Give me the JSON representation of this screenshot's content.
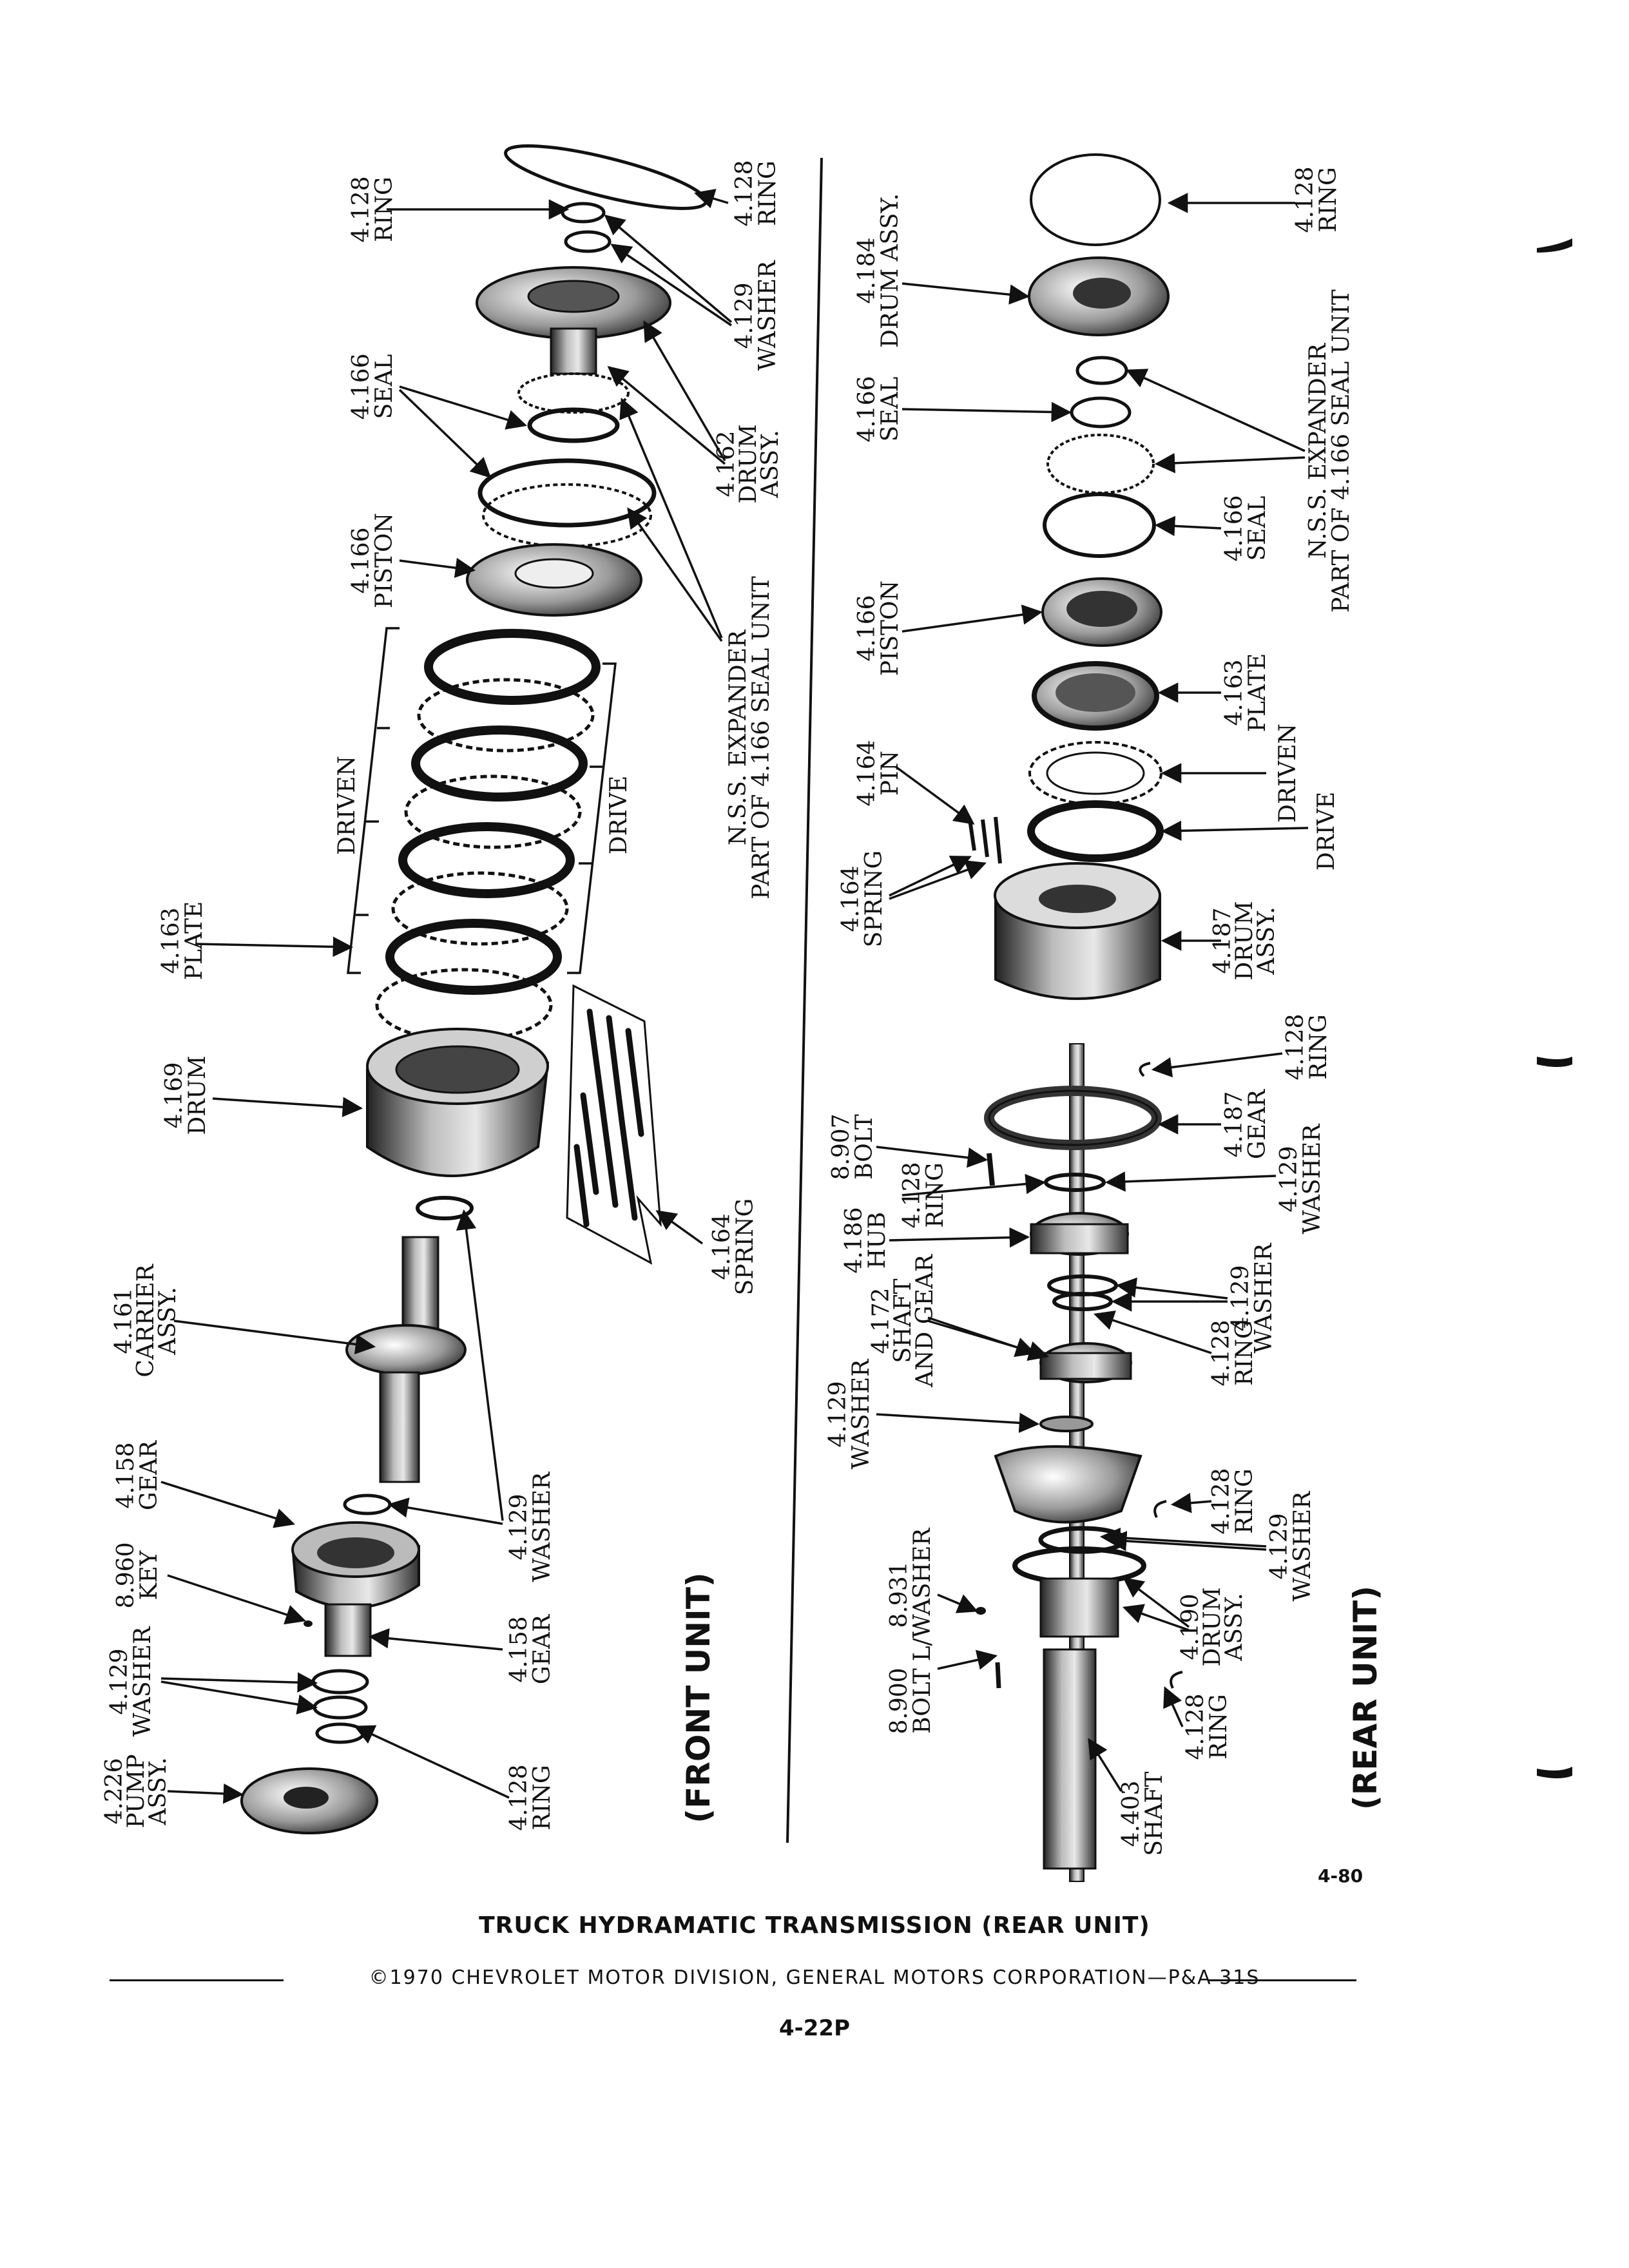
{
  "front_unit": {
    "caption": "(FRONT UNIT)",
    "labels": {
      "ring_top": [
        "4.128",
        "RING"
      ],
      "ring_top_right": [
        "4.128",
        "RING"
      ],
      "washer_top": [
        "4.129",
        "WASHER"
      ],
      "seal_top": [
        "4.166",
        "SEAL"
      ],
      "drum_162": [
        "4.162",
        "DRUM",
        "ASSY."
      ],
      "piston_top": [
        "4.166",
        "PISTON"
      ],
      "expander": [
        "N.S.S. EXPANDER",
        "PART OF 4.166 SEAL UNIT"
      ],
      "driven": [
        "DRIVEN"
      ],
      "drive": [
        "DRIVE"
      ],
      "plate_163": [
        "4.163",
        "PLATE"
      ],
      "drum_169": [
        "4.169",
        "DRUM"
      ],
      "spring_164": [
        "4.164",
        "SPRING"
      ],
      "carrier_161": [
        "4.161",
        "CARRIER",
        "ASSY."
      ],
      "washer_129_mid": [
        "4.129",
        "WASHER"
      ],
      "gear_158_top": [
        "4.158",
        "GEAR"
      ],
      "key_960": [
        "8.960",
        "KEY"
      ],
      "gear_158_bottom": [
        "4.158",
        "GEAR"
      ],
      "washer_129_bottom": [
        "4.129",
        "WASHER"
      ],
      "pump_226": [
        "4.226",
        "PUMP",
        "ASSY."
      ],
      "ring_128_bottom": [
        "4.128",
        "RING"
      ]
    }
  },
  "rear_unit": {
    "caption": "(REAR UNIT)",
    "labels": {
      "ring_top": [
        "4.128",
        "RING"
      ],
      "drum_184": [
        "4.184",
        "DRUM ASSY."
      ],
      "seal_166_a": [
        "4.166",
        "SEAL"
      ],
      "expander": [
        "N.S.S. EXPANDER",
        "PART OF 4.166 SEAL UNIT"
      ],
      "seal_166_b": [
        "4.166",
        "SEAL"
      ],
      "piston_166": [
        "4.166",
        "PISTON"
      ],
      "plate_163": [
        "4.163",
        "PLATE"
      ],
      "driven": [
        "DRIVEN"
      ],
      "pin_164": [
        "4.164",
        "PIN"
      ],
      "drive": [
        "DRIVE"
      ],
      "spring_164": [
        "4.164",
        "SPRING"
      ],
      "drum_187": [
        "4.187",
        "DRUM",
        "ASSY."
      ],
      "ring_128_a": [
        "4.128",
        "RING"
      ],
      "bolt_907": [
        "8.907",
        "BOLT"
      ],
      "gear_187": [
        "4.187",
        "GEAR"
      ],
      "washer_129_a": [
        "4.129",
        "WASHER"
      ],
      "ring_128_b": [
        "4.128",
        "RING"
      ],
      "hub_186": [
        "4.186",
        "HUB"
      ],
      "washer_129_b": [
        "4.129",
        "WASHER"
      ],
      "shaft_172": [
        "4.172",
        "SHAFT",
        "AND GEAR"
      ],
      "ring_128_c": [
        "4.128",
        "RING"
      ],
      "washer_129_c": [
        "4.129",
        "WASHER"
      ],
      "ring_128_d": [
        "4.128",
        "RING"
      ],
      "washer_129_d": [
        "4.129",
        "WASHER"
      ],
      "lwasher_931": [
        "8.931",
        "L/WASHER"
      ],
      "drum_190": [
        "4.190",
        "DRUM",
        "ASSY."
      ],
      "bolt_900": [
        "8.900",
        "BOLT"
      ],
      "ring_128_e": [
        "4.128",
        "RING"
      ],
      "shaft_403": [
        "4.403",
        "SHAFT"
      ]
    }
  },
  "figure_number": "4-80",
  "title": "TRUCK HYDRAMATIC TRANSMISSION (REAR UNIT)",
  "copyright": "©1970 CHEVROLET MOTOR DIVISION, GENERAL MOTORS CORPORATION—P&A 31S",
  "page_number": "4-22P"
}
